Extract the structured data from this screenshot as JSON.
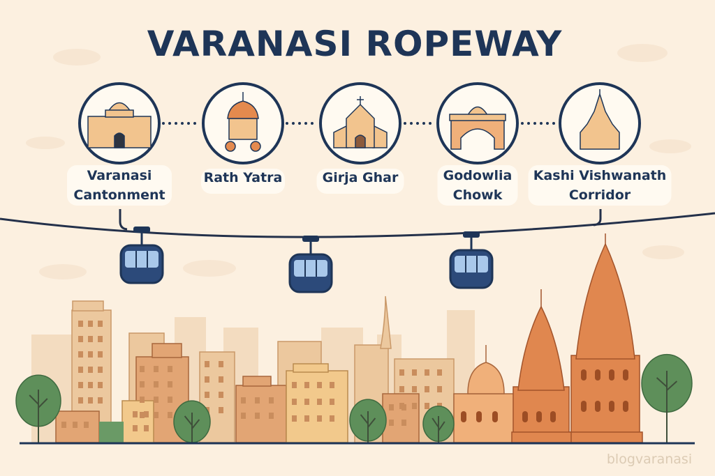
{
  "title": "VARANASI ROPEWAY",
  "stations": [
    {
      "lines": [
        "Varanasi",
        "Cantonment"
      ],
      "icon": "cantonment-building-icon"
    },
    {
      "lines": [
        "Rath Yatra"
      ],
      "icon": "chariot-temple-icon"
    },
    {
      "lines": [
        "Girja Ghar"
      ],
      "icon": "church-icon"
    },
    {
      "lines": [
        "Godowlia",
        "Chowk"
      ],
      "icon": "gateway-arch-icon"
    },
    {
      "lines": [
        "Kashi Vishwanath",
        "Corridor"
      ],
      "icon": "temple-spire-icon"
    }
  ],
  "watermark": "blogvaranasi",
  "colors": {
    "background": "#fcf0e0",
    "navy": "#1e3557",
    "orange": "#e8874f",
    "cabin": "#a9c8ea",
    "tree": "#5e8f5a"
  }
}
